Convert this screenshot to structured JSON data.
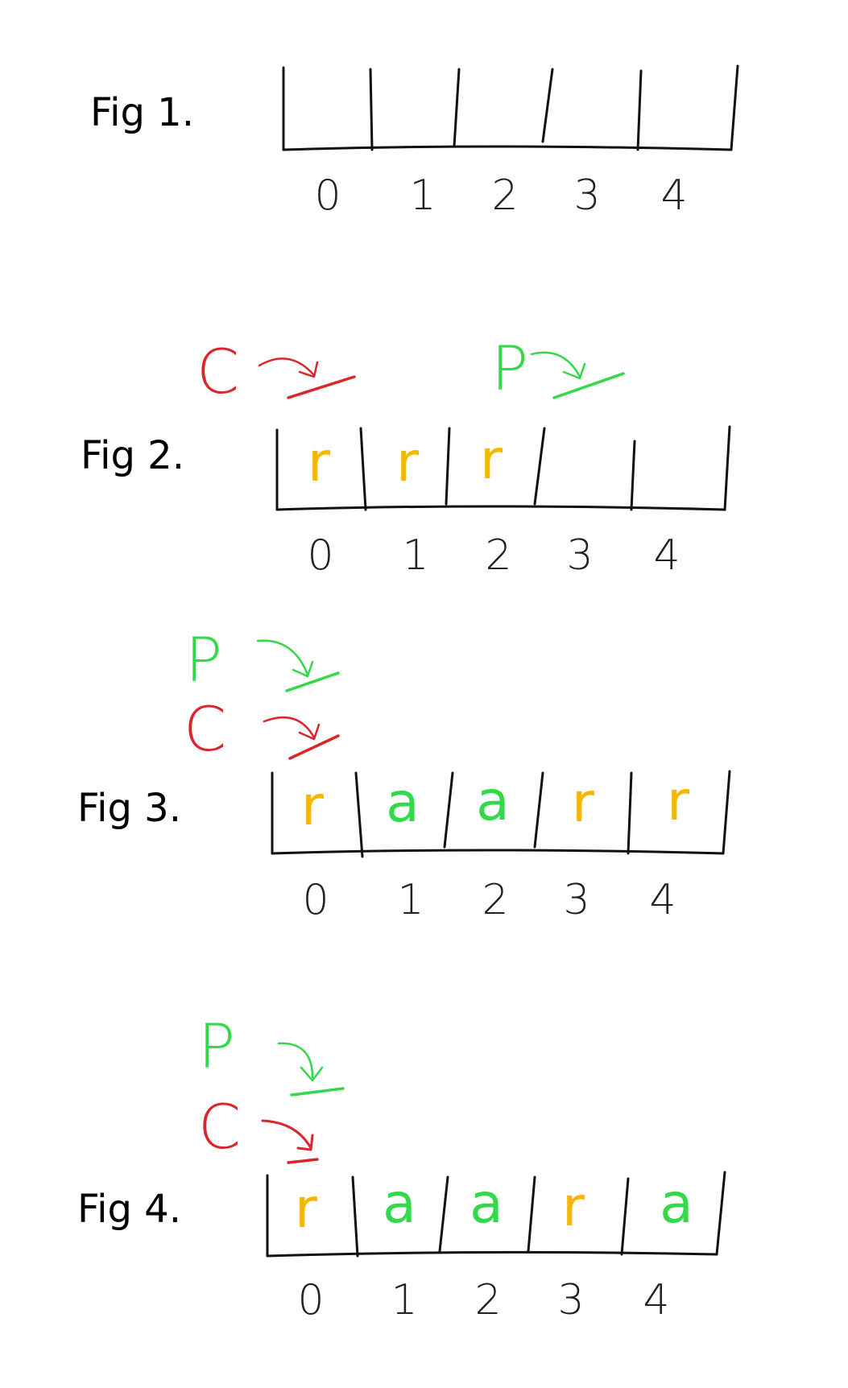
{
  "colors": {
    "producer": "#33d94a",
    "consumer": "#d9262a",
    "r_item": "#f5b800",
    "a_item": "#33d94a",
    "ink": "#111111"
  },
  "figures": [
    {
      "label": "Fig 1.",
      "indices": [
        "0",
        "1",
        "2",
        "3",
        "4"
      ],
      "cells": [
        "",
        "",
        "",
        "",
        ""
      ],
      "pointers": []
    },
    {
      "label": "Fig 2.",
      "indices": [
        "0",
        "1",
        "2",
        "3",
        "4"
      ],
      "cells": [
        "r",
        "r",
        "r",
        "",
        ""
      ],
      "pointers": [
        {
          "letter": "C",
          "target_index": 0
        },
        {
          "letter": "P",
          "target_index": 3
        }
      ]
    },
    {
      "label": "Fig 3.",
      "indices": [
        "0",
        "1",
        "2",
        "3",
        "4"
      ],
      "cells": [
        "r",
        "a",
        "a",
        "r",
        "r"
      ],
      "pointers": [
        {
          "letter": "P",
          "target_index": 0
        },
        {
          "letter": "C",
          "target_index": 0
        }
      ]
    },
    {
      "label": "Fig 4.",
      "indices": [
        "0",
        "1",
        "2",
        "3",
        "4"
      ],
      "cells": [
        "r",
        "a",
        "a",
        "r",
        "a"
      ],
      "pointers": [
        {
          "letter": "P",
          "target_index": 0
        },
        {
          "letter": "C",
          "target_index": 0
        }
      ]
    }
  ]
}
